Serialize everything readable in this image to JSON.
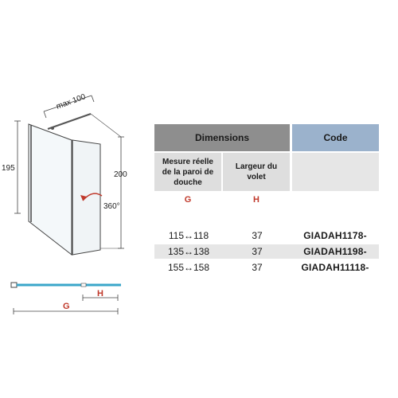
{
  "diagram": {
    "max_label": "max 100",
    "height_left": "195",
    "height_right": "200",
    "rotation": "360°",
    "g_label": "G",
    "h_label": "H"
  },
  "table": {
    "header_dimensions": "Dimensions",
    "header_code": "Code",
    "col_g_lines": [
      "Mesure réelle",
      "de la paroi de",
      "douche"
    ],
    "col_h_lines": [
      "Largeur du",
      "volet"
    ],
    "letter_g": "G",
    "letter_h": "H",
    "rows": [
      {
        "g": "115↔118",
        "h": "37",
        "code": "GIADAH1178-"
      },
      {
        "g": "135↔138",
        "h": "37",
        "code": "GIADAH1198-"
      },
      {
        "g": "155↔158",
        "h": "37",
        "code": "GIADAH11118-"
      }
    ]
  },
  "colors": {
    "header_dimensions": "#8e8e8e",
    "header_code": "#9bb2cc",
    "accent_red": "#c0392b",
    "glass_blue": "#3aa6c9"
  }
}
